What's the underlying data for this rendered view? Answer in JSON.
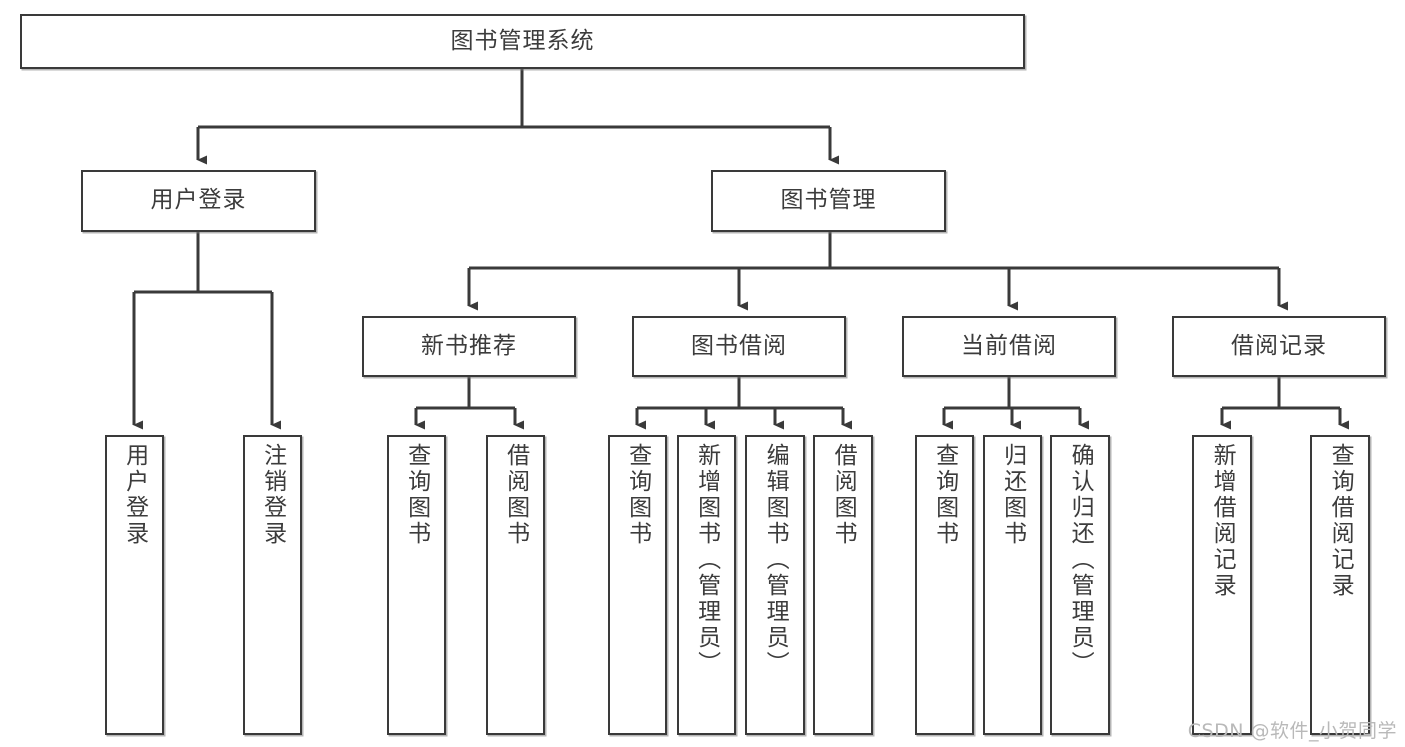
{
  "diagram": {
    "title": "图书管理系统",
    "type": "tree-hierarchy",
    "watermark": "CSDN @软件_小贺同学",
    "root": {
      "id": "root",
      "label": "图书管理系统"
    },
    "level2": [
      {
        "id": "user-login",
        "label": "用户登录"
      },
      {
        "id": "book-manage",
        "label": "图书管理"
      }
    ],
    "level3": [
      {
        "id": "new-book-recommend",
        "label": "新书推荐"
      },
      {
        "id": "book-borrow",
        "label": "图书借阅"
      },
      {
        "id": "current-borrow",
        "label": "当前借阅"
      },
      {
        "id": "borrow-record",
        "label": "借阅记录"
      }
    ],
    "leaves": [
      {
        "id": "leaf-user-login",
        "label": "用户登录",
        "parent": "user-login"
      },
      {
        "id": "leaf-logout-login",
        "label": "注销登录",
        "parent": "user-login"
      },
      {
        "id": "leaf-query-book-1",
        "label": "查询图书",
        "parent": "new-book-recommend"
      },
      {
        "id": "leaf-borrow-book-1",
        "label": "借阅图书",
        "parent": "new-book-recommend"
      },
      {
        "id": "leaf-query-book-2",
        "label": "查询图书",
        "parent": "book-borrow"
      },
      {
        "id": "leaf-add-book",
        "label": "新增图书（管理员）",
        "parent": "book-borrow"
      },
      {
        "id": "leaf-edit-book",
        "label": "编辑图书（管理员）",
        "parent": "book-borrow"
      },
      {
        "id": "leaf-borrow-book-2",
        "label": "借阅图书",
        "parent": "book-borrow"
      },
      {
        "id": "leaf-query-book-3",
        "label": "查询图书",
        "parent": "current-borrow"
      },
      {
        "id": "leaf-return-book",
        "label": "归还图书",
        "parent": "current-borrow"
      },
      {
        "id": "leaf-confirm-return",
        "label": "确认归还（管理员）",
        "parent": "current-borrow"
      },
      {
        "id": "leaf-add-record",
        "label": "新增借阅记录",
        "parent": "borrow-record"
      },
      {
        "id": "leaf-query-record",
        "label": "查询借阅记录",
        "parent": "borrow-record"
      }
    ],
    "colors": {
      "stroke": "#3a3a3a",
      "fill": "#ffffff",
      "text": "#3c3c3c",
      "watermark": "#b9b9b9"
    }
  }
}
